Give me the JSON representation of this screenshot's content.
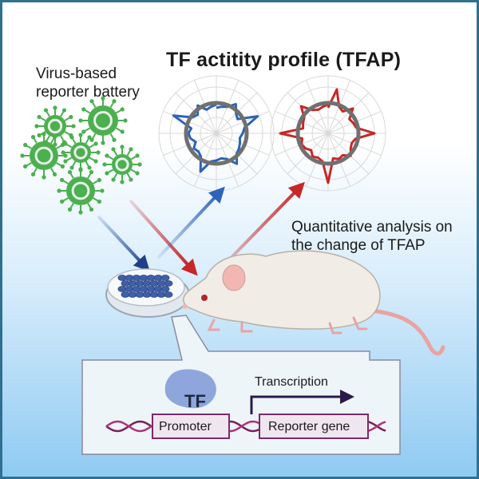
{
  "labels": {
    "title": "TF actitity profile (TFAP)",
    "virus_battery": "Virus-based reporter battery",
    "quantitative": "Quantitative analysis on the change of TFAP",
    "tf": "TF",
    "transcription": "Transcription",
    "promoter": "Promoter",
    "reporter_gene": "Reporter gene"
  },
  "colors": {
    "border": "#2f6f8f",
    "virus": "#4caf50",
    "virus_dark": "#2e7d32",
    "blue_profile": "#2d63b8",
    "red_profile": "#c62828",
    "grey_circle": "#707070",
    "dna_strand": "#7a1f5a",
    "tf_blob": "#8ea6dc",
    "cells": "#3f5fa8",
    "mouse": "#f1ede6",
    "mouse_ear": "#f2b7b2",
    "tail": "#e9a3a3"
  },
  "icons": [
    "virus-icon",
    "petri-dish-icon",
    "mouse-icon",
    "radar-profile-icon",
    "dna-icon",
    "arrow-icon"
  ]
}
